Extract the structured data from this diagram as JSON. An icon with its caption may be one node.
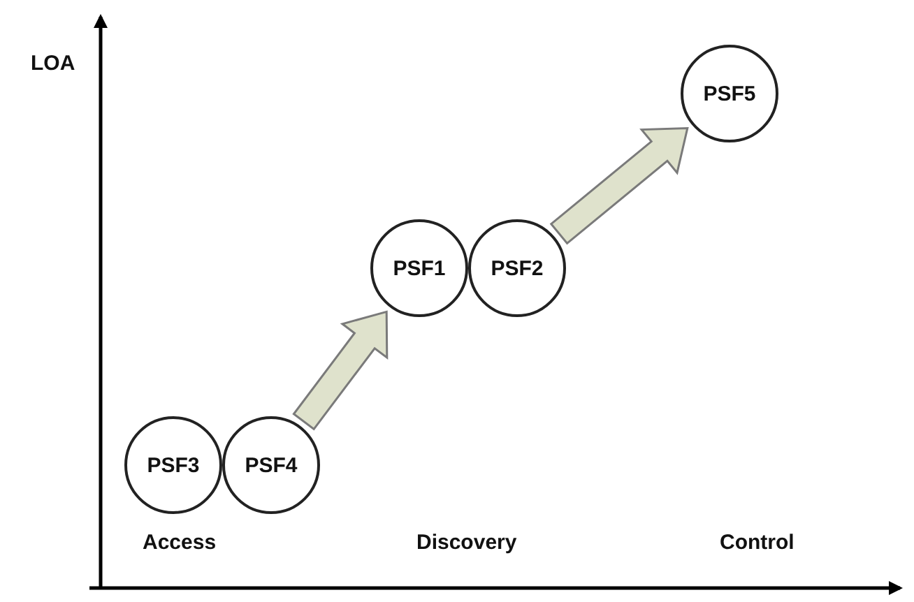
{
  "diagram": {
    "nodes": [
      {
        "text": [
          "PSF5"
        ]
      },
      {
        "text": [
          "PSF1"
        ]
      },
      {
        "text": [
          "PSF2"
        ]
      },
      {
        "text": [
          "PSF3"
        ]
      },
      {
        "text": [
          "PSF4"
        ]
      }
    ],
    "edges": [
      {
        "from": 4,
        "to": 1,
        "arrow": "to"
      },
      {
        "from": 2,
        "to": 0,
        "arrow": "to"
      }
    ],
    "labels": [
      "LOA",
      "Access",
      "Discovery",
      "Control"
    ]
  }
}
